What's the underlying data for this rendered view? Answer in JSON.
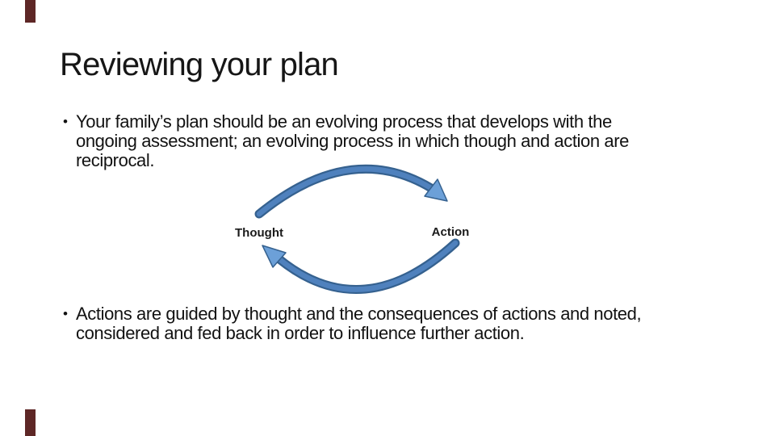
{
  "slide": {
    "title": "Reviewing your plan",
    "bullets": [
      {
        "marker": "•",
        "lines": [
          "Your family’s plan should be an evolving process that develops with the",
          "ongoing assessment; an evolving process in which though and action are",
          "reciprocal."
        ]
      },
      {
        "marker": "•",
        "lines": [
          "Actions are guided by thought and the consequences of actions and noted,",
          "considered and fed back in order to influence further action."
        ]
      }
    ],
    "diagram": {
      "type": "cycle",
      "left_label": "Thought",
      "right_label": "Action",
      "arrow_body": "#4f81bd",
      "arrow_fill": "#6ca0d8",
      "arrow_outline": "#35618f"
    },
    "decorations": {
      "corner_mark_color": "#5e2726"
    }
  }
}
